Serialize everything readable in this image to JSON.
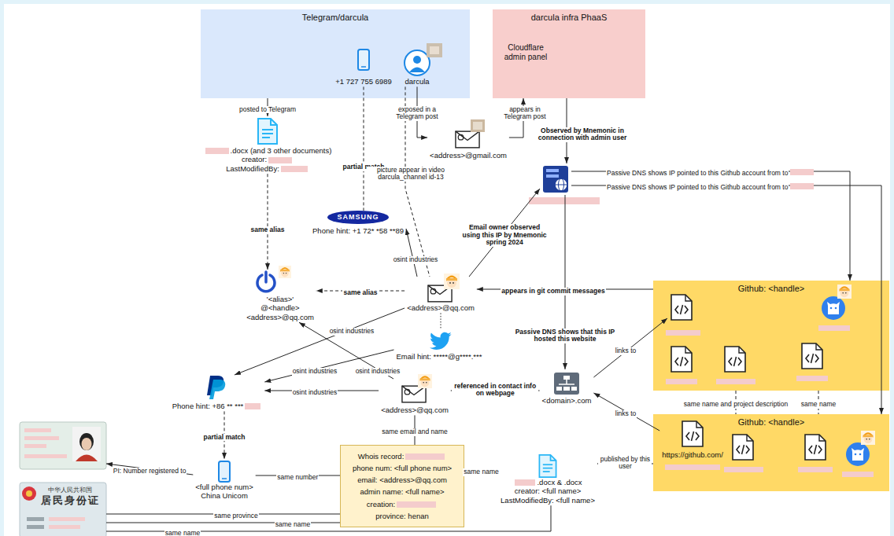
{
  "diagram": {
    "nodes": [
      {
        "text": [
          "Telegram/darcula"
        ]
      },
      {
        "text": [
          "+1 727 755 6989"
        ],
        "in": 0
      },
      {
        "text": [
          "darcula"
        ],
        "in": 0
      },
      {
        "text": [
          "darcula infra PhaaS"
        ]
      },
      {
        "text": [
          "Cloudflare admin panel"
        ],
        "in": 3
      },
      {
        "text": [
          ".docx (and 3 other documents)",
          "creator:",
          "LastModifiedBy:"
        ]
      },
      {
        "text": [
          "<address>@gmail.com"
        ]
      },
      {
        "text": []
      },
      {
        "text": [
          "SAMSUNG",
          "Phone hint: +1 72* *58 **89"
        ]
      },
      {
        "text": [
          "'<alias>'",
          "@<handle>",
          "<address>@qq.com"
        ]
      },
      {
        "text": [
          "<address>@qq.com"
        ]
      },
      {
        "text": [
          "Email hint: *****@g****.***"
        ]
      },
      {
        "text": [
          "Phone hint: +86 ** ***"
        ]
      },
      {
        "text": [
          "<address>@qq.com"
        ]
      },
      {
        "text": [
          "Github: <handle>"
        ]
      },
      {
        "text": [],
        "in": 14
      },
      {
        "text": [
          "<domain>.com"
        ]
      },
      {
        "text": [
          "Github: <handle>"
        ]
      },
      {
        "text": [
          "https://github.com/"
        ],
        "in": 17
      },
      {
        "text": [
          "Whois record:",
          "phone num: <full phone num>",
          "email: <address>@qq.com",
          "admin name: <full name>",
          "creation:",
          "province: henan"
        ]
      },
      {
        "text": [
          ".docx & .docx",
          "creator: <full name>",
          "LastModifiedBy: <full name>"
        ]
      },
      {
        "text": [
          "<full phone num>",
          "China Unicom"
        ]
      },
      {
        "text": []
      },
      {
        "text": [
          "中华人民共和国",
          "居民身份证"
        ]
      }
    ],
    "edges": [
      {
        "from": 0,
        "to": 5,
        "label": "posted to Telegram",
        "arrow": "to"
      },
      {
        "from": 2,
        "to": 6,
        "label": "exposed in a Telegram post",
        "arrow": "to"
      },
      {
        "from": 6,
        "to": 3,
        "label": "appears in Telegram post",
        "arrow": "to"
      },
      {
        "from": 3,
        "to": 7,
        "label": "Observed by Mnemonic in connection with admin user",
        "arrow": "to"
      },
      {
        "from": 1,
        "to": 8,
        "label": "partial match",
        "arrow": "none"
      },
      {
        "from": 2,
        "to": 10,
        "label": "picture appear in video darcula_channel id-13",
        "arrow": "none"
      },
      {
        "from": 5,
        "to": 9,
        "label": "same alias",
        "arrow": "to"
      },
      {
        "from": 10,
        "to": 9,
        "label": "same alias",
        "arrow": "to"
      },
      {
        "from": 10,
        "to": 8,
        "label": "osint industries",
        "arrow": "to"
      },
      {
        "from": 10,
        "to": 7,
        "label": "Email owner observed using this IP by Mnemonic spring 2024",
        "arrow": "to"
      },
      {
        "from": 14,
        "to": 10,
        "label": "appears in git commit messages",
        "arrow": "to"
      },
      {
        "from": 7,
        "to": 14,
        "label": "Passive DNS shows IP pointed to this Github account from to",
        "arrow": "to"
      },
      {
        "from": 7,
        "to": 17,
        "label": "Passive DNS shows IP pointed to this Github account from to",
        "arrow": "to"
      },
      {
        "from": 7,
        "to": 16,
        "label": "Passive DNS shows that this IP hosted this website",
        "arrow": "to"
      },
      {
        "from": 10,
        "to": 12,
        "label": "osint industries",
        "arrow": "to"
      },
      {
        "from": 10,
        "to": 11,
        "arrow": "none"
      },
      {
        "from": 13,
        "to": 9,
        "label": "osint industries",
        "arrow": "to"
      },
      {
        "from": 11,
        "to": 12,
        "label": "osint industries",
        "arrow": "to"
      },
      {
        "from": 13,
        "to": 12,
        "label": "osint industries",
        "arrow": "to"
      },
      {
        "from": 16,
        "to": 13,
        "label": "referenced in contact info on webpage",
        "arrow": "to"
      },
      {
        "from": 16,
        "to": 15,
        "label": "links to",
        "arrow": "to"
      },
      {
        "from": 18,
        "to": 16,
        "label": "links to",
        "arrow": "to"
      },
      {
        "from": 14,
        "to": 17,
        "label": "same name and project description",
        "arrow": "none"
      },
      {
        "from": 14,
        "to": 17,
        "label": "same name",
        "arrow": "none"
      },
      {
        "from": 13,
        "to": 19,
        "label": "same email and name",
        "arrow": "none"
      },
      {
        "from": 17,
        "to": 20,
        "label": "published by this user",
        "arrow": "to"
      },
      {
        "from": 20,
        "to": 19,
        "label": "same name",
        "arrow": "none"
      },
      {
        "from": 19,
        "to": 21,
        "label": "same number",
        "arrow": "none"
      },
      {
        "from": 12,
        "to": 21,
        "label": "partial match",
        "arrow": "to"
      },
      {
        "from": 21,
        "to": 22,
        "label": "PI: Number registered to",
        "arrow": "to"
      },
      {
        "from": 23,
        "to": 19,
        "label": "same province",
        "arrow": "none"
      },
      {
        "from": 23,
        "to": 19,
        "label": "same name",
        "arrow": "none"
      },
      {
        "from": 23,
        "to": 20,
        "label": "same name",
        "arrow": "none"
      }
    ]
  }
}
